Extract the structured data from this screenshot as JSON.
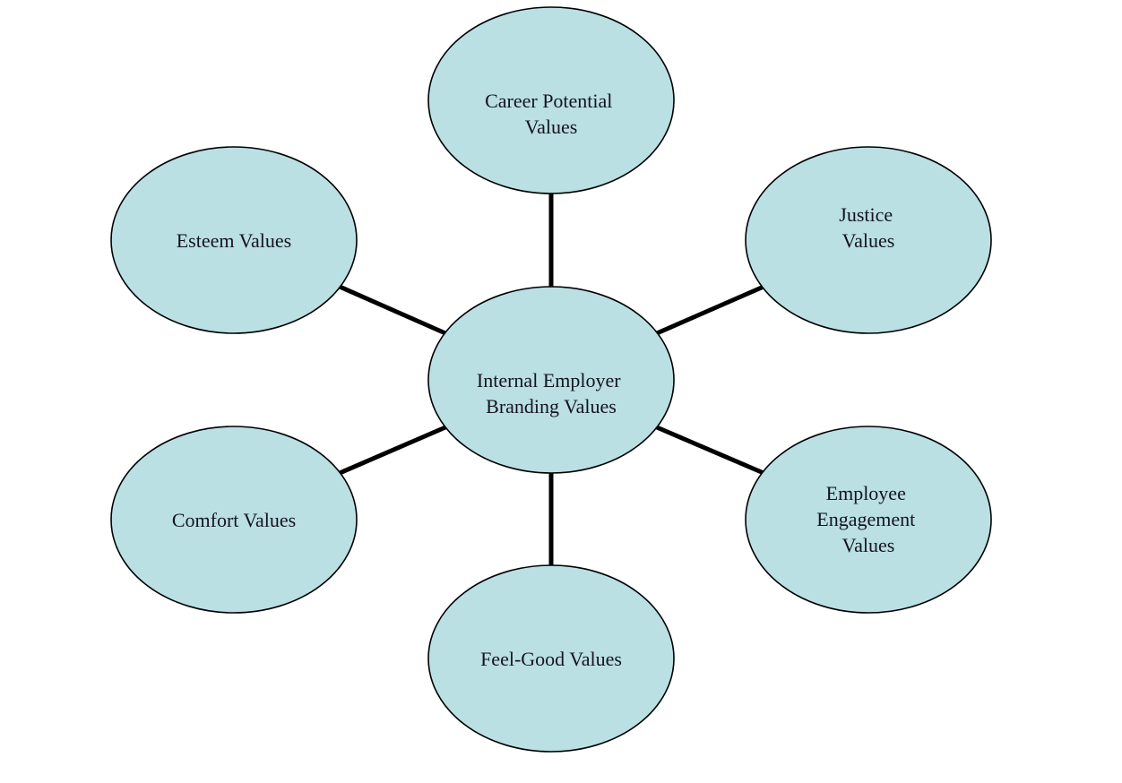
{
  "diagram": {
    "colors": {
      "node_fill": "#bae0e4",
      "node_stroke": "#000000",
      "connector": "#000000"
    },
    "center": {
      "id": "internal-employer-branding-values",
      "lines": [
        "Internal Employer",
        "Branding Values"
      ]
    },
    "nodes": [
      {
        "id": "career-potential-values",
        "lines": [
          "Career Potential",
          "Values"
        ]
      },
      {
        "id": "justice-values",
        "lines": [
          "Justice",
          "Values"
        ]
      },
      {
        "id": "employee-engagement-values",
        "lines": [
          "Employee",
          "Engagement",
          "Values"
        ]
      },
      {
        "id": "feel-good-values",
        "lines": [
          "Feel-Good Values"
        ]
      },
      {
        "id": "comfort-values",
        "lines": [
          "Comfort Values"
        ]
      },
      {
        "id": "esteem-values",
        "lines": [
          "Esteem Values"
        ]
      }
    ]
  }
}
